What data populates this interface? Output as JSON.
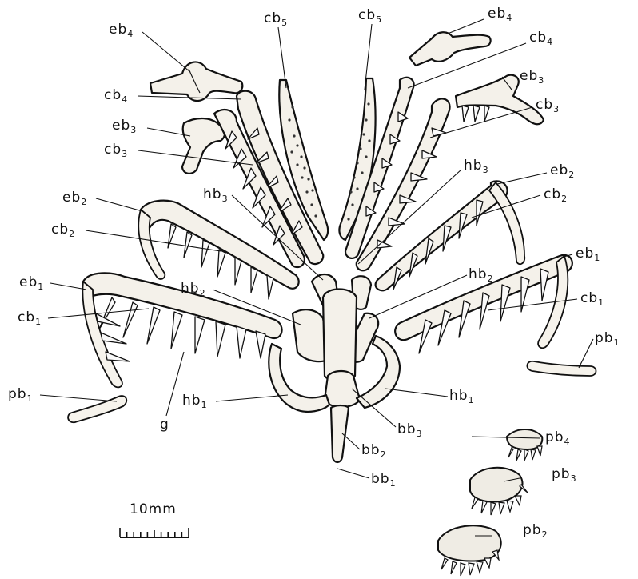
{
  "labels": [
    {
      "id": "eb4-left",
      "base": "eb",
      "sub": "4"
    },
    {
      "id": "cb5-left",
      "base": "cb",
      "sub": "5"
    },
    {
      "id": "cb5-right",
      "base": "cb",
      "sub": "5"
    },
    {
      "id": "eb4-right",
      "base": "eb",
      "sub": "4"
    },
    {
      "id": "cb4-right",
      "base": "cb",
      "sub": "4"
    },
    {
      "id": "cb4-left",
      "base": "cb",
      "sub": "4"
    },
    {
      "id": "eb3-right",
      "base": "eb",
      "sub": "3"
    },
    {
      "id": "cb3-right",
      "base": "cb",
      "sub": "3"
    },
    {
      "id": "eb3-left",
      "base": "eb",
      "sub": "3"
    },
    {
      "id": "cb3-left",
      "base": "cb",
      "sub": "3"
    },
    {
      "id": "hb3-right",
      "base": "hb",
      "sub": "3"
    },
    {
      "id": "eb2-right",
      "base": "eb",
      "sub": "2"
    },
    {
      "id": "cb2-right",
      "base": "cb",
      "sub": "2"
    },
    {
      "id": "hb3-left",
      "base": "hb",
      "sub": "3"
    },
    {
      "id": "eb2-left",
      "base": "eb",
      "sub": "2"
    },
    {
      "id": "cb2-left",
      "base": "cb",
      "sub": "2"
    },
    {
      "id": "eb1-right",
      "base": "eb",
      "sub": "1"
    },
    {
      "id": "hb2-right",
      "base": "hb",
      "sub": "2"
    },
    {
      "id": "cb1-right",
      "base": "cb",
      "sub": "1"
    },
    {
      "id": "eb1-left",
      "base": "eb",
      "sub": "1"
    },
    {
      "id": "hb2-left",
      "base": "hb",
      "sub": "2"
    },
    {
      "id": "cb1-left",
      "base": "cb",
      "sub": "1"
    },
    {
      "id": "pb1-right",
      "base": "pb",
      "sub": "1"
    },
    {
      "id": "pb1-left",
      "base": "pb",
      "sub": "1"
    },
    {
      "id": "hb1-left",
      "base": "hb",
      "sub": "1"
    },
    {
      "id": "hb1-right",
      "base": "hb",
      "sub": "1"
    },
    {
      "id": "g",
      "base": "g",
      "sub": ""
    },
    {
      "id": "bb3",
      "base": "bb",
      "sub": "3"
    },
    {
      "id": "pb4",
      "base": "pb",
      "sub": "4"
    },
    {
      "id": "bb2",
      "base": "bb",
      "sub": "2"
    },
    {
      "id": "bb1",
      "base": "bb",
      "sub": "1"
    },
    {
      "id": "pb3",
      "base": "pb",
      "sub": "3"
    },
    {
      "id": "pb2",
      "base": "pb",
      "sub": "2"
    }
  ],
  "scale_bar": {
    "label": "10mm",
    "ticks": 10
  }
}
